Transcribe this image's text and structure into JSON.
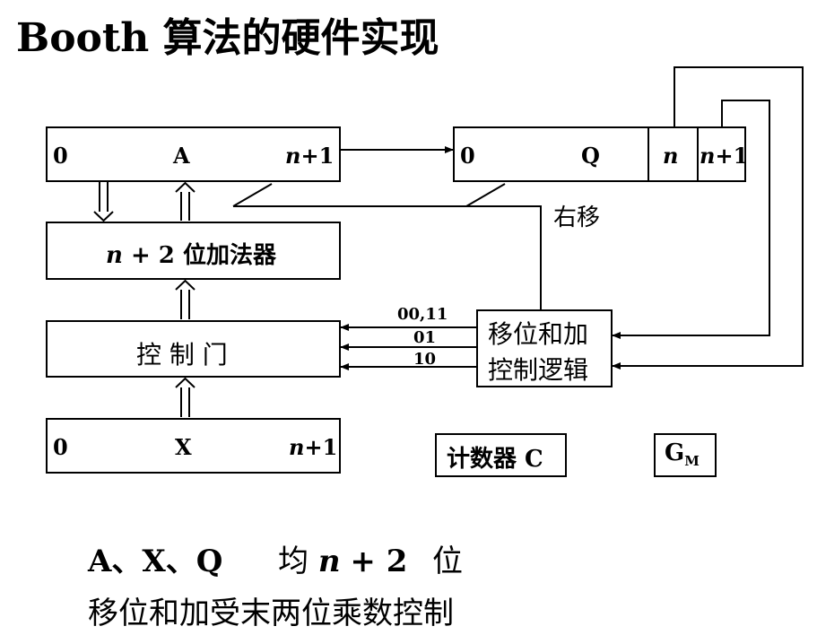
{
  "title": "Booth 算法的硬件实现",
  "registers": {
    "A": {
      "left": "0",
      "name": "A",
      "right_n": "n",
      "right_rest": "+1"
    },
    "Q": {
      "left": "0",
      "name": "Q",
      "n": "n",
      "n1_n": "n",
      "n1_rest": "+1"
    },
    "X": {
      "left": "0",
      "name": "X",
      "right_n": "n",
      "right_rest": "+1"
    }
  },
  "adder": {
    "n": "n",
    "rest": " + 2 位加法器"
  },
  "gate": {
    "label": "控 制 门"
  },
  "logic": {
    "line1": "移位和加",
    "line2": "控制逻辑"
  },
  "signals": {
    "s1": "00,11",
    "s2": "01",
    "s3": "10",
    "shift": "右移"
  },
  "counter": {
    "label": "计数器 C"
  },
  "gm": {
    "main": "G",
    "sub": "M"
  },
  "notes": {
    "line1_a": "A、X、Q",
    "line1_b": "均",
    "line1_n": "n",
    "line1_c": "+ 2",
    "line1_d": "位",
    "line2": "移位和加受末两位乘数控制"
  }
}
